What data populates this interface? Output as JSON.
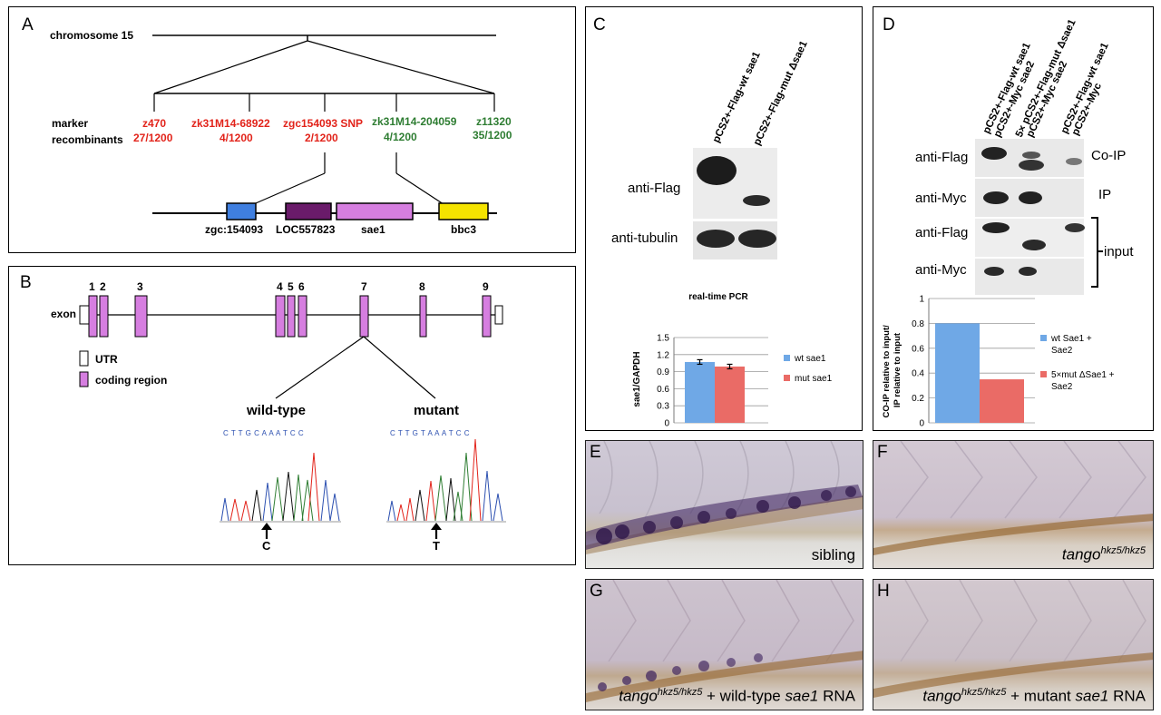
{
  "figure": {
    "panelA": {
      "label": "A",
      "chromosome": "chromosome 15",
      "marker_label": "marker",
      "recomb_label": "recombinants",
      "markers": [
        {
          "name": "z470",
          "count": "27/1200",
          "color": "#e2231a"
        },
        {
          "name": "zk31M14-68922",
          "count": "4/1200",
          "color": "#e2231a"
        },
        {
          "name": "zgc154093 SNP",
          "count": "2/1200",
          "color": "#e2231a"
        },
        {
          "name": "zk31M14-204059",
          "count": "4/1200",
          "color": "#2e7d32"
        },
        {
          "name": "z11320",
          "count": "35/1200",
          "color": "#2e7d32"
        }
      ],
      "genes": [
        {
          "name": "zgc:154093",
          "color": "#3f7fe0"
        },
        {
          "name": "LOC557823",
          "color": "#6a1b6a"
        },
        {
          "name": "sae1",
          "color": "#d67ee0"
        },
        {
          "name": "bbc3",
          "color": "#f5e400"
        }
      ]
    },
    "panelB": {
      "label": "B",
      "exon_label": "exon",
      "exon_numbers": [
        "1",
        "2",
        "3",
        "4",
        "5",
        "6",
        "7",
        "8",
        "9"
      ],
      "legend_utr": "UTR",
      "legend_coding": "coding region",
      "wt_label": "wild-type",
      "mut_label": "mutant",
      "wt_seq": "C T T G C A A A T C C",
      "mut_seq": "C T T G T A A A T C C",
      "wt_base": "C",
      "mut_base": "T"
    },
    "panelC": {
      "label": "C",
      "lane1": "pCS2+-Flag-wt sae1",
      "lane2": "pCS2+-Flag-mut Δsae1",
      "blot1": "anti-Flag",
      "blot2": "anti-tubulin"
    },
    "panelD": {
      "label": "D",
      "lanes": [
        [
          "pCS2+-Flag-wt sae1",
          "pCS2+-Myc sae2"
        ],
        [
          "5× pCS2+-Flag-mut Δsae1",
          "pCS2+-Myc sae2"
        ],
        [
          "pCS2+-Flag-wt sae1",
          "pCS2+-Myc"
        ]
      ],
      "blots": [
        "anti-Flag",
        "anti-Myc",
        "anti-Flag",
        "anti-Myc"
      ],
      "coip": "Co-IP",
      "ip": "IP",
      "input": "input"
    },
    "panelE": {
      "label": "E",
      "caption": "sibling"
    },
    "panelF": {
      "label": "F",
      "caption_main": "tango",
      "caption_sup": "hkz5/hkz5"
    },
    "panelG": {
      "label": "G",
      "caption_main": "tango",
      "caption_sup": "hkz5/hkz5",
      "caption_tail": " + wild-type ",
      "caption_gene": "sae1",
      "caption_end": " RNA"
    },
    "panelH": {
      "label": "H",
      "caption_main": "tango",
      "caption_sup": "hkz5/hkz5",
      "caption_tail": " + mutant ",
      "caption_gene": "sae1",
      "caption_end": " RNA"
    }
  },
  "chart_data": [
    {
      "type": "bar",
      "title": "real-time PCR",
      "ylabel": "sae1/GAPDH",
      "xlabel": "",
      "categories": [
        ""
      ],
      "series": [
        {
          "name": "wt sae1",
          "values": [
            1.07
          ],
          "error": [
            0.04
          ],
          "color": "#6fa8e6"
        },
        {
          "name": "mut sae1",
          "values": [
            0.99
          ],
          "error": [
            0.04
          ],
          "color": "#ea6b66"
        }
      ],
      "ylim": [
        0,
        1.5
      ],
      "yticks": [
        0,
        0.3,
        0.6,
        0.9,
        1.2,
        1.5
      ],
      "ytick_labels": [
        "0",
        "0.3",
        "0.6",
        "0.9",
        "1.2",
        "1.5"
      ],
      "grid": true,
      "legend": "right"
    },
    {
      "type": "bar",
      "title": "",
      "ylabel": "CO-IP relative to input/ IP relative to input",
      "xlabel": "",
      "categories": [
        ""
      ],
      "series": [
        {
          "name": "wt Sae1 + Sae2",
          "values": [
            0.8
          ],
          "color": "#6fa8e6"
        },
        {
          "name": "5×mut ΔSae1 + Sae2",
          "values": [
            0.35
          ],
          "color": "#ea6b66"
        }
      ],
      "ylim": [
        0,
        1
      ],
      "yticks": [
        0,
        0.2,
        0.4,
        0.6,
        0.8,
        1
      ],
      "ytick_labels": [
        "0",
        "0.2",
        "0.4",
        "0.6",
        "0.8",
        "1"
      ],
      "grid": true,
      "legend": "right"
    }
  ]
}
